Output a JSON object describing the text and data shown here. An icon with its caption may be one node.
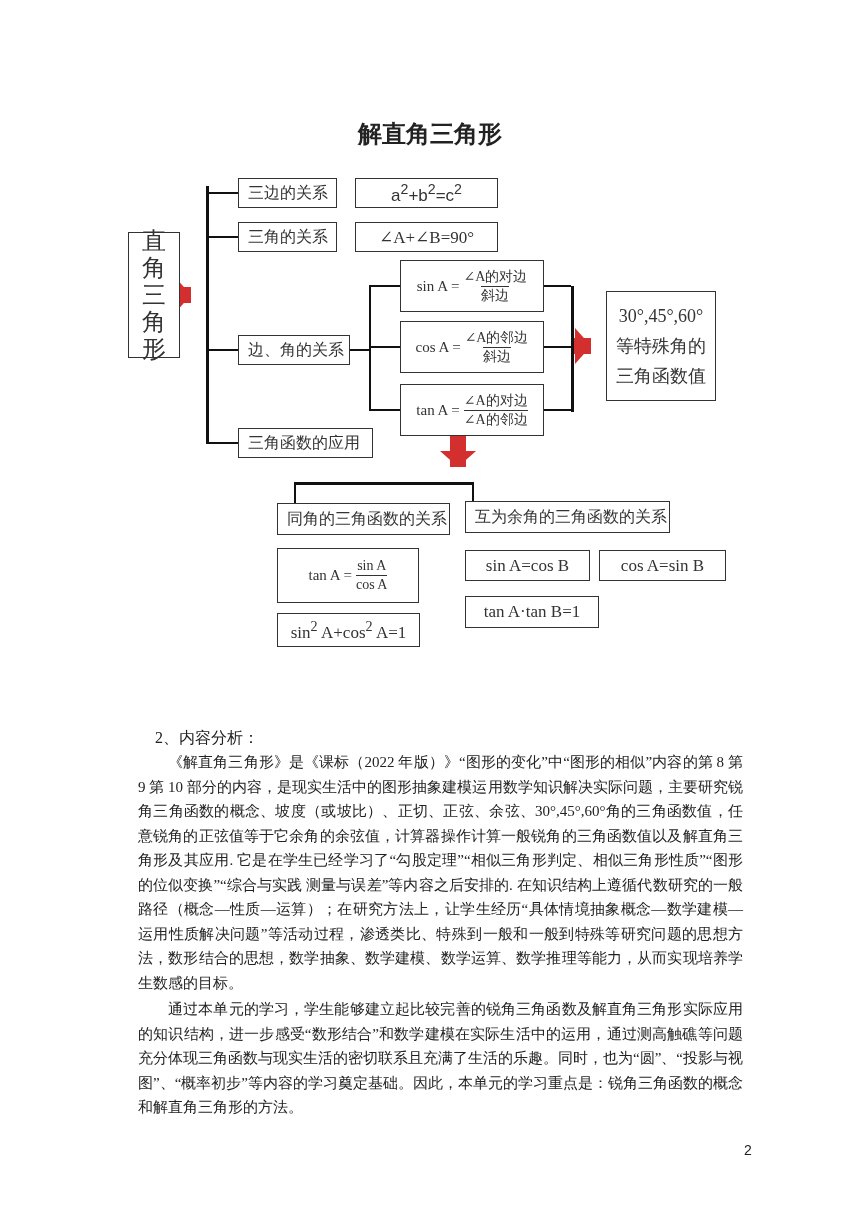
{
  "diagram": {
    "title": "解直角三角形",
    "nodes": [
      {
        "text": [
          "直角三角形"
        ]
      },
      {
        "text": [
          "三边的关系"
        ]
      },
      {
        "text": [
          "a$^{2}$+b$^{2}$=c$^{2}$"
        ]
      },
      {
        "text": [
          "三角的关系"
        ]
      },
      {
        "text": [
          "∠A+∠B=90°"
        ]
      },
      {
        "text": [
          "边、角的关系"
        ]
      },
      {
        "text": [
          "sin A =",
          "∠A的对边",
          "斜边"
        ]
      },
      {
        "text": [
          "cos A =",
          "∠A的邻边",
          "斜边"
        ]
      },
      {
        "text": [
          "tan A =",
          "∠A的对边",
          "∠A的邻边"
        ]
      },
      {
        "text": [
          "三角函数的应用"
        ]
      },
      {
        "text": [
          "30°,45°,60°等特殊角的三角函数值"
        ]
      },
      {
        "text": [
          "同角的三角函数的关系"
        ]
      },
      {
        "text": [
          "互为余角的三角函数的关系"
        ]
      },
      {
        "text": [
          "tan A =",
          "sin A",
          "cos A"
        ]
      },
      {
        "text": [
          "sin$^{2}$ A+cos$^{2}$ A=1"
        ]
      },
      {
        "text": [
          "sin A=cos B"
        ]
      },
      {
        "text": [
          "cos A=sin B"
        ]
      },
      {
        "text": [
          "tan A·tan B=1"
        ]
      },
      {
        "text": [],
        "shape": "bar"
      },
      {
        "text": [],
        "shape": "bar"
      },
      {
        "text": [],
        "shape": "bar"
      }
    ],
    "edges": [
      {
        "from": 0,
        "to": 18,
        "arrow": "to",
        "style": "thick",
        "color": "#d32f2f"
      },
      {
        "from": 18,
        "to": 1,
        "arrow": "none"
      },
      {
        "from": 18,
        "to": 3,
        "arrow": "none"
      },
      {
        "from": 18,
        "to": 5,
        "arrow": "none"
      },
      {
        "from": 18,
        "to": 9,
        "arrow": "none"
      },
      {
        "from": 5,
        "to": 6,
        "arrow": "none"
      },
      {
        "from": 5,
        "to": 7,
        "arrow": "none"
      },
      {
        "from": 5,
        "to": 8,
        "arrow": "none"
      },
      {
        "from": 6,
        "to": 19,
        "arrow": "none"
      },
      {
        "from": 7,
        "to": 19,
        "arrow": "none"
      },
      {
        "from": 8,
        "to": 19,
        "arrow": "none"
      },
      {
        "from": 19,
        "to": 10,
        "arrow": "to",
        "style": "thick",
        "color": "#d32f2f"
      },
      {
        "from": 8,
        "to": 20,
        "arrow": "to",
        "style": "thick",
        "color": "#d32f2f"
      },
      {
        "from": 20,
        "to": 11,
        "arrow": "none"
      },
      {
        "from": 20,
        "to": 12,
        "arrow": "none"
      }
    ],
    "labels": [
      "2、内容分析：",
      "《解直角三角形》是《课标（2022 年版）》“图形的变化”中“图形的相似”内容的第 8 第 9 第 10 部分的内容，是现实生活中的图形抽象建模运用数学知识解决实际问题，主要研究锐角三角函数的概念、坡度（或坡比）、正切、正弦、余弦、30°,45°,60°角的三角函数值，任意锐角的正弦值等于它余角的余弦值，计算器操作计算一般锐角的三角函数值以及解直角三角形及其应用. 它是在学生已经学习了“勾股定理”“相似三角形判定、相似三角形性质”“图形的位似变换”“综合与实践 测量与误差”等内容之后安排的. 在知识结构上遵循代数研究的一般路径（概念—性质—运算）；在研究方法上，让学生经历“具体情境抽象概念—数学建模—运用性质解决问题”等活动过程，渗透类比、特殊到一般和一般到特殊等研究问题的思想方法，数形结合的思想，数学抽象、数学建模、数学运算、数学推理等能力，从而实现培养学生数感的目标。",
      "通过本单元的学习，学生能够建立起比较完善的锐角三角函数及解直角三角形实际应用的知识结构，进一步感受“数形结合”和数学建模在实际生活中的运用，通过测高触礁等问题充分体现三角函数与现实生活的密切联系且充满了生活的乐趣。同时，也为“圆”、“投影与视图”、“概率初步”等内容的学习奠定基础。因此，本单元的学习重点是：锐角三角函数的概念和解直角三角形的方法。",
      "2"
    ]
  }
}
